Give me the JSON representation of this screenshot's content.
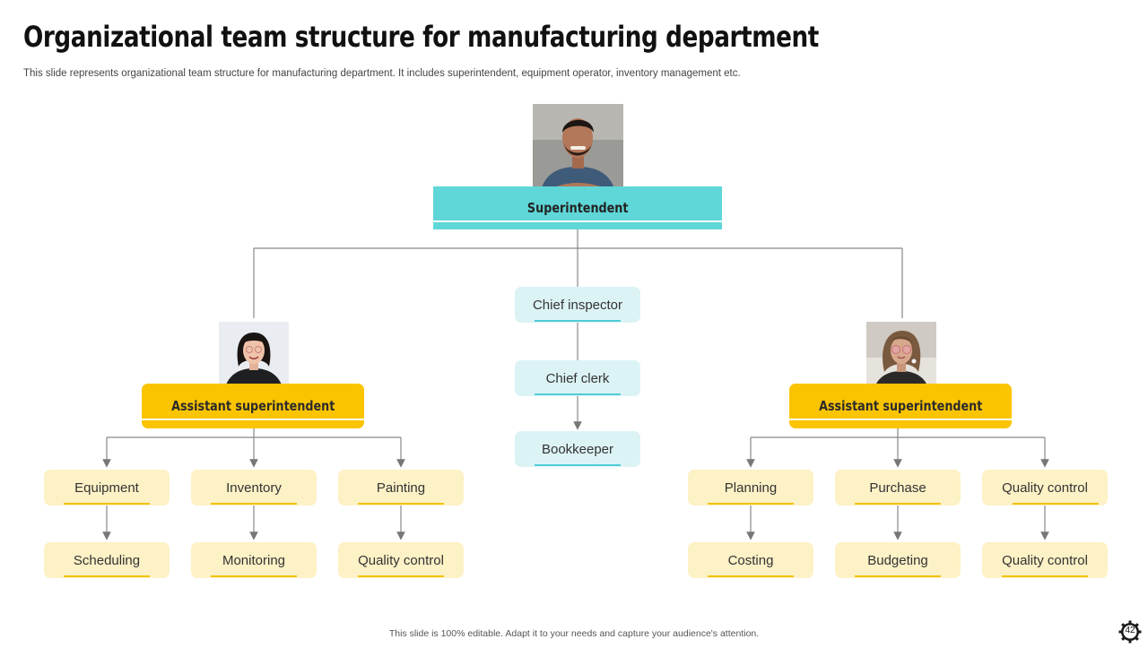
{
  "title": "Organizational team structure for manufacturing department",
  "subtitle": "This slide represents organizational team structure for manufacturing department. It includes superintendent, equipment operator, inventory management etc.",
  "superintendent": {
    "label": "Superintendent"
  },
  "center_column": {
    "chief_inspector": "Chief inspector",
    "chief_clerk": "Chief clerk",
    "bookkeeper": "Bookkeeper"
  },
  "left_branch": {
    "head": "Assistant superintendent",
    "col1": {
      "top": "Equipment",
      "bottom": "Scheduling"
    },
    "col2": {
      "top": "Inventory",
      "bottom": "Monitoring"
    },
    "col3": {
      "top": "Painting",
      "bottom": "Quality control"
    }
  },
  "right_branch": {
    "head": "Assistant superintendent",
    "col1": {
      "top": "Planning",
      "bottom": "Costing"
    },
    "col2": {
      "top": "Purchase",
      "bottom": "Budgeting"
    },
    "col3": {
      "top": "Quality control",
      "bottom": "Quality control"
    }
  },
  "footer": "This slide is 100% editable. Adapt it to your needs and capture your audience's attention.",
  "page_number": "42",
  "colors": {
    "teal": "#5fd6d8",
    "teal_light": "#dcf3f5",
    "yellow": "#fbc400",
    "yellow_light": "#fdf1c6"
  }
}
